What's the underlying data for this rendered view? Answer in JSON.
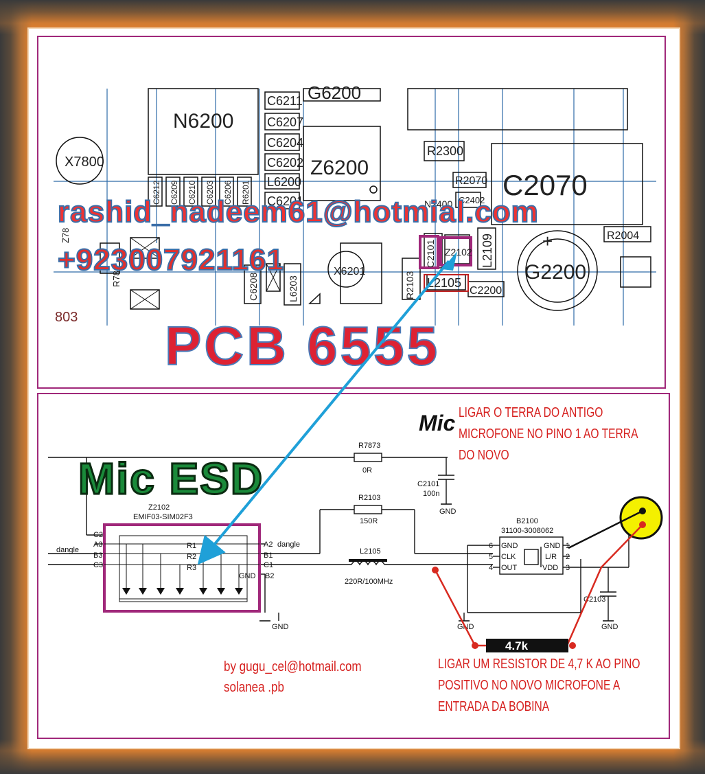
{
  "top_board": {
    "labels": {
      "n6200": "N6200",
      "c6211": "C6211",
      "c6207": "C6207",
      "c6204": "C6204",
      "c6202": "C6202",
      "l6200": "L6200",
      "c6201": "C6201",
      "g6200": "G6200",
      "z6200": "Z6200",
      "x7800": "X7800",
      "r2300": "R2300",
      "r2070": "R2070",
      "c2070": "C2070",
      "n2400": "N2400",
      "c2402": "C2402",
      "r2004": "R2004",
      "c2101": "C2101",
      "z2102": "Z2102",
      "l2109": "L2109",
      "g2200": "G2200",
      "r2103": "R2103",
      "l2105": "L2105",
      "c2200": "C2200",
      "x6201": "X6201",
      "c6208": "C6208",
      "l6203": "L6203",
      "r78": "R78",
      "z78": "Z78",
      "c6212": "C6212",
      "c6209": "C6209",
      "c6210": "C6210",
      "c6203": "C6203",
      "c6206": "C6206",
      "r6201": "R6201",
      "n803": "803"
    }
  },
  "overlay": {
    "email": "rashid_nadeem61@hotmial.com",
    "phone": "+923007921161",
    "pcb": "PCB 6555",
    "mic_esd": "Mic ESD",
    "mic_partial": "Mic"
  },
  "schematic": {
    "z2102_name": "Z2102",
    "z2102_part": "EMIF03-SIM02F3",
    "pins_left": [
      "C2",
      "A3",
      "B3",
      "C3"
    ],
    "pins_mid": [
      "R1",
      "R2",
      "R3"
    ],
    "pins_right": [
      "A2",
      "B1",
      "C1",
      "B2"
    ],
    "dangle": "dangle",
    "gnd": "GND",
    "r7873_name": "R7873",
    "r7873_value": "0R",
    "c2101_name": "C2101",
    "c2101_value": "100n",
    "r2103_name": "R2103",
    "r2103_value": "150R",
    "l2105_name": "L2105",
    "l2105_value": "220R/100MHz",
    "b2100_name": "B2100",
    "b2100_part": "31100-3008062",
    "b2100_pins_left": [
      "GND",
      "CLK",
      "OUT"
    ],
    "b2100_pins_right": [
      "GND",
      "L/R",
      "VDD"
    ],
    "b2100_num_left": [
      "6",
      "5",
      "4"
    ],
    "b2100_num_right": [
      "1",
      "2",
      "3"
    ],
    "c2103_name": "C2103",
    "resistor_label": "4.7k"
  },
  "notes": {
    "note1": [
      "LIGAR O TERRA DO ANTIGO",
      "MICROFONE NO PINO 1 AO TERRA",
      "DO NOVO"
    ],
    "note2": [
      "LIGAR UM RESISTOR DE 4,7 K AO PINO",
      "POSITIVO NO NOVO MICROFONE A",
      "ENTRADA DA BOBINA"
    ],
    "credit1": "by gugu_cel@hotmail.com",
    "credit2": "solanea .pb"
  },
  "colors": {
    "highlight": "#a0287a",
    "arrow": "#1fa0d8",
    "red_wire": "#d82a20",
    "mic_yellow": "#f4f000"
  }
}
